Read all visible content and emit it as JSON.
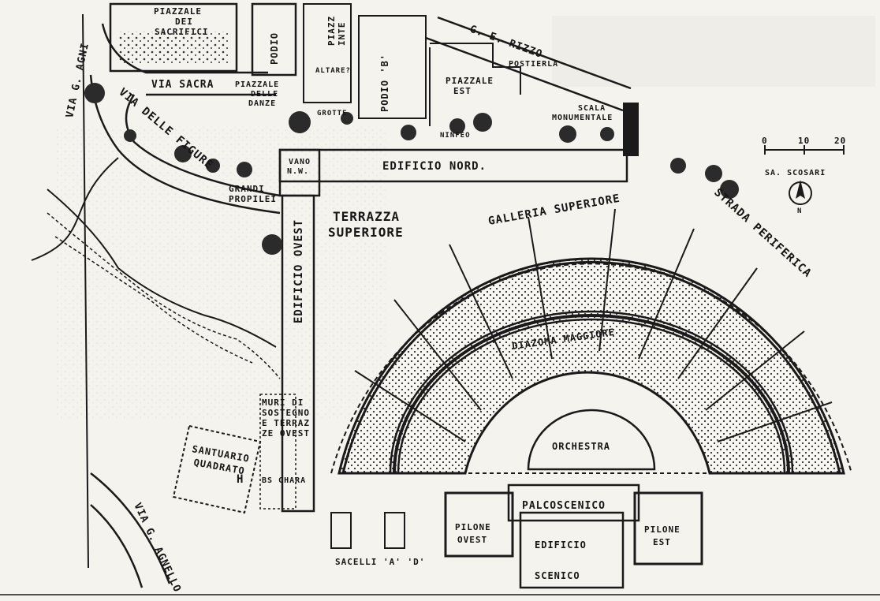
{
  "map": {
    "labels": {
      "via_agnini": "VIA G. AGNI",
      "piazzale_sacrifici_1": "PIAZZALE",
      "piazzale_sacrifici_2": "DEI",
      "piazzale_sacrifici_3": "SACRIFICI",
      "podio": "PODIO",
      "piazza_inte_1": "PIAZZ",
      "piazza_inte_2": "INTE",
      "altare": "ALTARE?",
      "podio_b": "PODIO 'B'",
      "ge_rizzo": "G. E. RIZZO",
      "postierla": "POSTIERLA",
      "piazzale_est_1": "PIAZZALE",
      "piazzale_est_2": "EST",
      "via_sacra": "VIA SACRA",
      "piazzale_danze_1": "PIAZZALE",
      "piazzale_danze_2": "DELLE",
      "piazzale_danze_3": "DANZE",
      "grotte": "GROTTE",
      "ninfeo": "NINFEO",
      "scala_1": "SCALA",
      "scala_2": "MONUMENTALE",
      "via_figure": "VIA DELLE FIGURE",
      "vano_1": "VANO",
      "vano_2": "N.W.",
      "edificio_nord": "EDIFICIO NORD.",
      "grandi_propilei_1": "GRANDI",
      "grandi_propilei_2": "PROPILEI",
      "terrazza_1": "TERRAZZA",
      "terrazza_2": "SUPERIORE",
      "edificio_ovest": "EDIFICIO OVEST",
      "galleria_superiore": "GALLERIA SUPERIORE",
      "strada_periferica": "STRADA PERIFERICA",
      "diazoma_maggiore": "DIAZOMA MAGGIORE",
      "muri_1": "MURI DI",
      "muri_2": "SOSTEGNO",
      "muri_3": "E TERRAZ",
      "muri_4": "ZE OVEST",
      "santuario_1": "SANTUARIO",
      "santuario_2": "QUADRATO",
      "santuario_mark": "H",
      "bschara": "BS CHARA",
      "orchestra": "ORCHESTRA",
      "palcoscenico": "PALCOSCENICO",
      "pilone_ovest_1": "PILONE",
      "pilone_ovest_2": "OVEST",
      "pilone_est_1": "PILONE",
      "pilone_est_2": "EST",
      "edificio_scenico_1": "EDIFICIO",
      "edificio_scenico_2": "SCENICO",
      "sacelli": "SACELLI 'A' 'D'",
      "via_agnello": "VIA G. AGNELLO",
      "scale_credit": "SA. SCOSARI"
    },
    "scale_bar": {
      "ticks": [
        "0",
        "10",
        "20"
      ]
    },
    "north_arrow": {
      "label": "N"
    },
    "colors": {
      "ink": "#1a1a1a",
      "paper": "#f4f3ee",
      "faint_text": "#9c9b96"
    }
  }
}
